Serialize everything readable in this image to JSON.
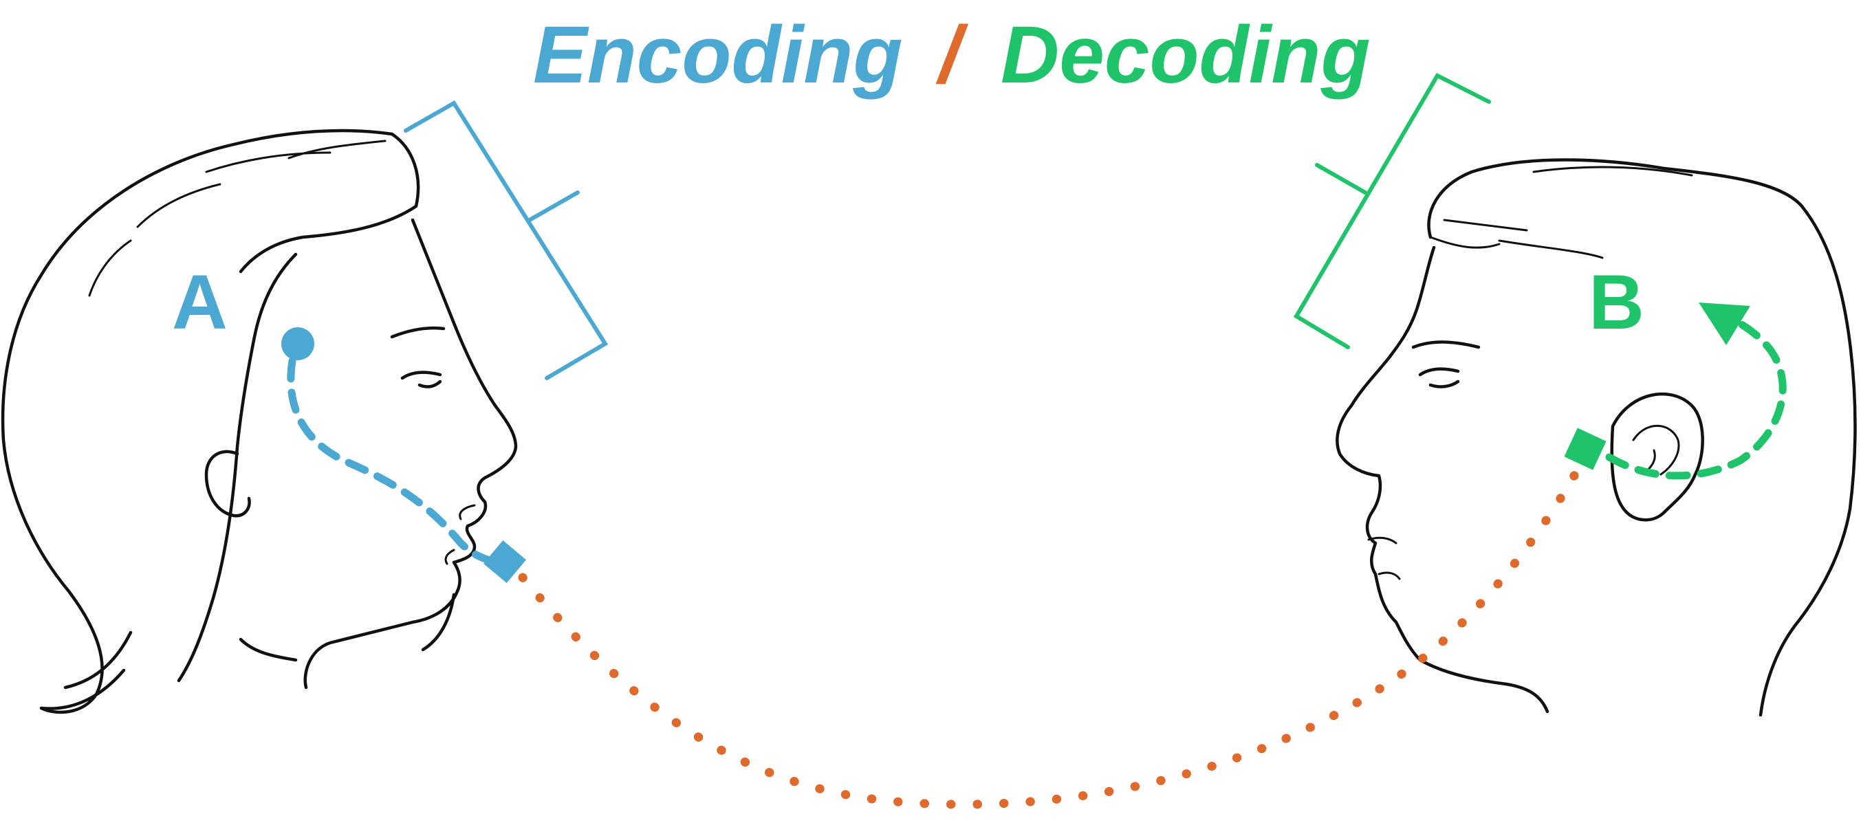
{
  "title": {
    "encoding": "Encoding",
    "separator": "/",
    "decoding": "Decoding"
  },
  "labels": {
    "speaker": "A",
    "listener": "B"
  },
  "colors": {
    "encoding": "#4aa8d2",
    "decoding": "#1fc46a",
    "separator": "#e06a2c",
    "channel": "#e06a2c",
    "outline": "#111111",
    "background": "#ffffff"
  },
  "icons": {
    "speaker": "woman-profile-icon",
    "listener": "man-profile-icon",
    "encoding_bracket": "bracket-icon",
    "decoding_bracket": "bracket-icon",
    "channel": "dotted-arc-icon"
  }
}
